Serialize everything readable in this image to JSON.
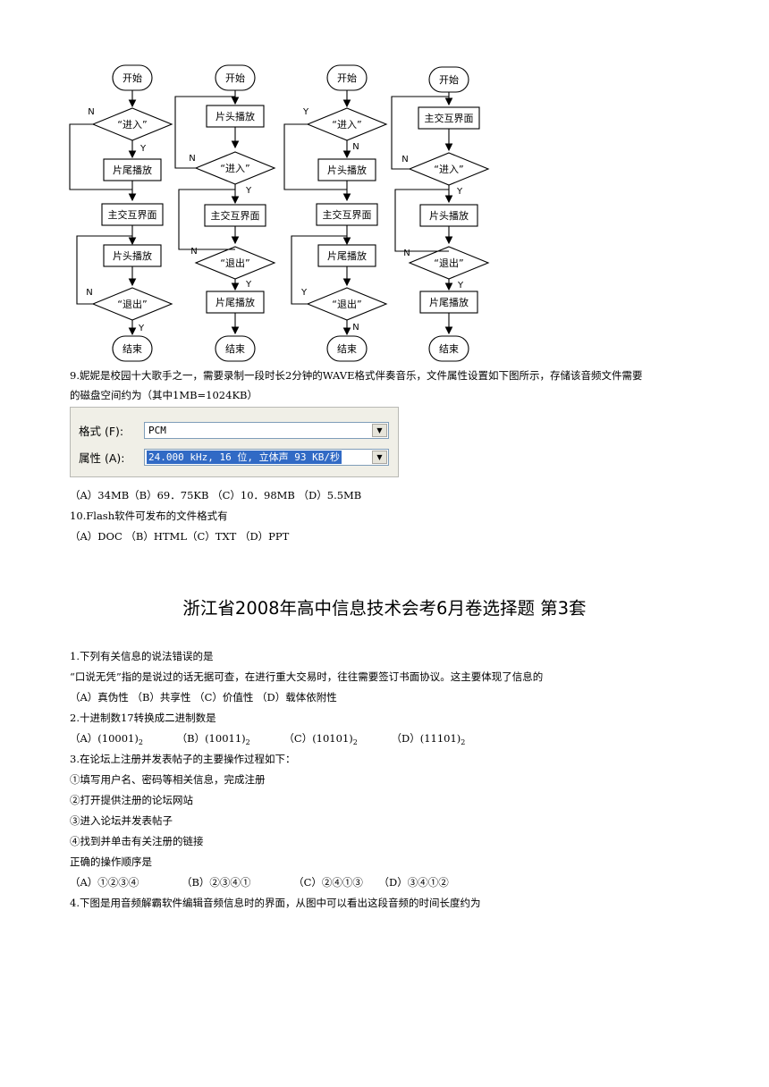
{
  "flowcharts": {
    "a": {
      "start": "开始",
      "enter": "“进入”",
      "tail": "片尾播放",
      "main": "主交互界面",
      "head": "片头播放",
      "exit": "“退出”",
      "end": "结束",
      "N1": "N",
      "Y1": "Y",
      "N2": "N",
      "Y2": "Y"
    },
    "b": {
      "start": "开始",
      "head": "片头播放",
      "enter": "“进入”",
      "main": "主交互界面",
      "exit": "“退出”",
      "tail": "片尾播放",
      "end": "结束",
      "N1": "N",
      "Y1": "Y",
      "N2": "N",
      "Y2": "Y"
    },
    "c": {
      "start": "开始",
      "enter": "“进入”",
      "head": "片头播放",
      "main": "主交互界面",
      "tail": "片尾播放",
      "exit": "“退出”",
      "end": "结束",
      "Y1": "Y",
      "N1": "N",
      "Y2": "Y",
      "N2": "N"
    },
    "d": {
      "start": "开始",
      "main": "主交互界面",
      "enter": "“进入”",
      "head": "片头播放",
      "exit": "“退出”",
      "tail": "片尾播放",
      "end": "结束",
      "N1": "N",
      "Y1": "Y",
      "N2": "N",
      "Y2": "Y"
    }
  },
  "q9": {
    "line1": "9.妮妮是校园十大歌手之一，需要录制一段时长2分钟的WAVE格式伴奏音乐，文件属性设置如下图所示，存储该音频文件需要",
    "line2": "的磁盘空间约为（其中1MB=1024KB）",
    "dialog": {
      "format_label": "格式 (F):",
      "format_value": "PCM",
      "attr_label": "属性 (A):",
      "attr_value": "24.000 kHz, 16 位, 立体声    93 KB/秒",
      "dropdown_icon": "triangle-down"
    },
    "options": "（A）34MB（B）69．75KB    （C）10．98MB  （D）5.5MB"
  },
  "q10": {
    "question": "10.Flash软件可发布的文件格式有",
    "options": "（A）DOC  （B）HTML（C）TXT  （D）PPT"
  },
  "section_title": "浙江省2008年高中信息技术会考6月卷选择题 第3套",
  "s1": {
    "q": "1.下列有关信息的说法错误的是",
    "body": "“口说无凭”指的是说过的话无据可查，在进行重大交易时，往往需要签订书面协议。这主要体现了信息的",
    "options": "（A）真伪性   （B）共享性   （C）价值性   （D）载体依附性"
  },
  "s2": {
    "q": "2.十进制数17转换成二进制数是",
    "opt_a": "（A）(10001)",
    "opt_b": "（B）(10011)",
    "opt_c": "（C）(10101)",
    "opt_d": "（D）(11101)",
    "base": "2"
  },
  "s3": {
    "q": "3.在论坛上注册并发表帖子的主要操作过程如下：",
    "step1": "①填写用户名、密码等相关信息，完成注册",
    "step2": "②打开提供注册的论坛网站",
    "step3": "③进入论坛并发表帖子",
    "step4": "④找到并单击有关注册的链接",
    "ask": "正确的操作顺序是",
    "opt_a": "（A）①②③④",
    "opt_b": "（B）②③④①",
    "opt_c": "（C）②④①③",
    "opt_d": "（D）③④①②"
  },
  "s4": {
    "q": "4.下图是用音频解霸软件编辑音频信息时的界面，从图中可以看出这段音频的时间长度约为"
  }
}
